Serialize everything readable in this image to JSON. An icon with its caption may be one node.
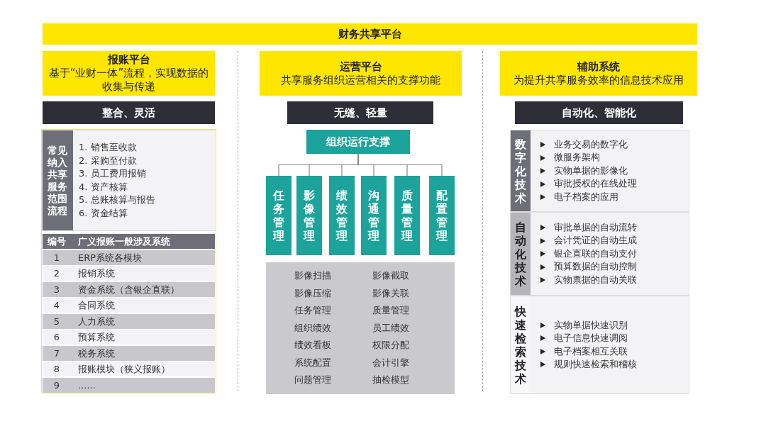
{
  "diagram": {
    "nodes": [
      {
        "text": [
          "财务共享平台"
        ]
      },
      {
        "text": [
          "报账平台",
          "基于“业财一体”流程，实现数据的收集与传递"
        ]
      },
      {
        "text": [
          "整合、灵活"
        ]
      },
      {
        "text": [
          "常见纳入共享服务范围流程",
          "1. 销售至收款",
          "2. 采购至付款",
          "3. 员工费用报销",
          "4. 资产核算",
          "5. 总账核算与报告",
          "6. 资金结算"
        ]
      },
      {
        "text": [
          "运营平台",
          "共享服务组织运营相关的支撑功能"
        ]
      },
      {
        "text": [
          "无缝、轻量"
        ]
      },
      {
        "text": [
          "组织运行支撑"
        ]
      },
      {
        "text": [
          "任务管理"
        ]
      },
      {
        "text": [
          "影像管理"
        ]
      },
      {
        "text": [
          "绩效管理"
        ]
      },
      {
        "text": [
          "沟通管理"
        ]
      },
      {
        "text": [
          "质量管理"
        ]
      },
      {
        "text": [
          "配置管理"
        ]
      },
      {
        "text": [
          "影像扫描",
          "影像截取",
          "影像压缩",
          "影像关联",
          "任务管理",
          "质量管理",
          "组织绩效",
          "员工绩效",
          "绩效看板",
          "权限分配",
          "系统配置",
          "会计引擎",
          "问题管理",
          "抽检模型"
        ]
      },
      {
        "text": [
          "辅助系统",
          "为提升共享服务效率的信息技术应用"
        ]
      },
      {
        "text": [
          "自动化、智能化"
        ]
      },
      {
        "text": [
          "数字化技术",
          "业务交易的数字化",
          "微服务架构",
          "实物单据的影像化",
          "审批授权的在线处理",
          "电子档案的应用"
        ]
      },
      {
        "text": [
          "自动化技术",
          "审批单据的自动流转",
          "会计凭证的自动生成",
          "银企直联的自动支付",
          "预算数据的自动控制",
          "实物票据的自动关联"
        ]
      },
      {
        "text": [
          "快速检索技术",
          "实物单据快速识别",
          "电子信息快速调阅",
          "电子档案相互关联",
          "规则快速检索和稽核"
        ]
      }
    ],
    "edges": [
      {
        "from": 6,
        "to": 7,
        "arrow": "none"
      },
      {
        "from": 6,
        "to": 8,
        "arrow": "none"
      },
      {
        "from": 6,
        "to": 9,
        "arrow": "none"
      },
      {
        "from": 6,
        "to": 10,
        "arrow": "none"
      },
      {
        "from": 6,
        "to": 11,
        "arrow": "none"
      },
      {
        "from": 6,
        "to": 12,
        "arrow": "none"
      }
    ],
    "labels": [
      "编号",
      "广义报账一般涉及系统",
      "1",
      "ERP系统各模块",
      "2",
      "报销系统",
      "3",
      "资金系统（含银企直联）",
      "4",
      "合同系统",
      "5",
      "人力系统",
      "6",
      "预算系统",
      "7",
      "税务系统",
      "8",
      "报账模块（狭义报账）",
      "9",
      "......"
    ]
  }
}
